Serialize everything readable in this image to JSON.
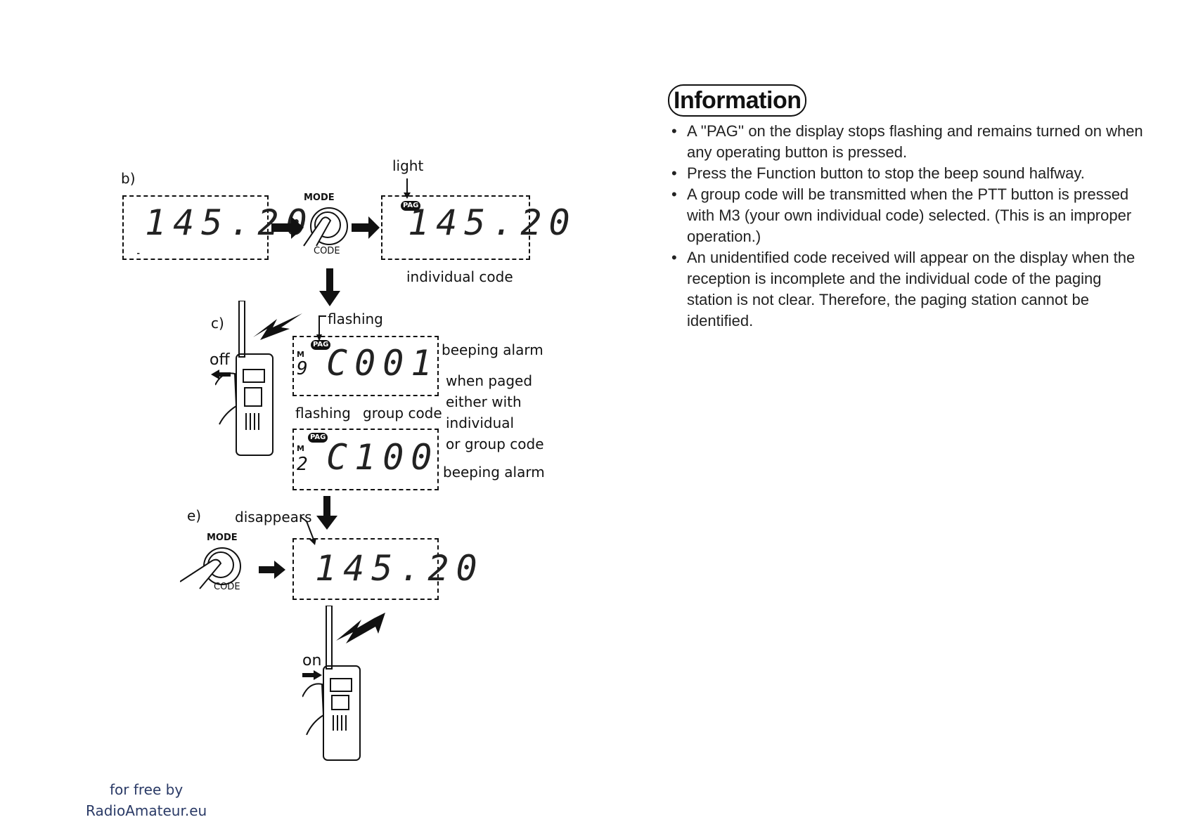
{
  "information": {
    "title": "Information",
    "bullets": [
      "A ''PAG'' on the display stops flashing and remains turned on when any operating button is pressed.",
      "Press the Function button to stop the beep sound halfway.",
      "A group code will be transmitted when the PTT button is pressed with M3 (your own individual code) selected. (This is an improper operation.)",
      "An unidentified code received will appear on the display when the reception is incomplete and the individual code of the paging station is not clear. Therefore, the paging station cannot be identified."
    ]
  },
  "diagram": {
    "step_b": "b)",
    "step_c": "c)",
    "step_e": "e)",
    "light": "light",
    "individual_code": "individual code",
    "flashing_top": "flashing",
    "flashing_bottom": "flashing",
    "group_code": "group code",
    "beeping_alarm_top": "beeping alarm",
    "when_paged": "when paged",
    "either_with": "either with",
    "individual": "individual",
    "or_group_code": "or group code",
    "beeping_alarm_bottom": "beeping alarm",
    "disappears": "disappears",
    "off": "off",
    "on": "on",
    "mode_label_1": "MODE",
    "code_label_1": "CODE",
    "mode_label_2": "MODE",
    "code_label_2": "CODE",
    "display_freq_1": "145.20",
    "display_freq_2": "145.20",
    "display_freq_3": "145.20",
    "display_code_1": "C001",
    "display_code_2": "C100",
    "mem_digit_1": "9",
    "mem_digit_2": "2",
    "pag_badge": "PAG",
    "m_label": "M"
  },
  "footer": {
    "line1": "for free by",
    "line2": "RadioAmateur.eu"
  }
}
